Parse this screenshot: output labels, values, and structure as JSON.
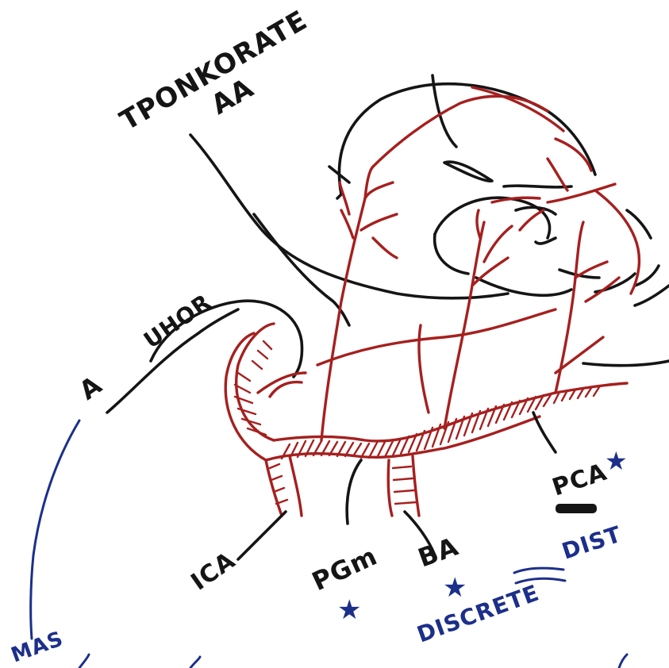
{
  "labels": {
    "trunk_line1": "TPONKORATE",
    "trunk_line2": "AA",
    "a_uhor_a": "A",
    "a_uhor_uhor": "UHOR",
    "ica": "ICA",
    "pgm": "PGm",
    "ba": "BA",
    "pca": "PCA",
    "discrete": "DISCRETE",
    "dist": "DIST",
    "mas": "MAS"
  },
  "markers": {
    "star_symbol": "★"
  },
  "colors": {
    "ink_black": "#151515",
    "vessel_red": "#a5201f",
    "marker_blue": "#1c2f8a",
    "paper": "#ffffff"
  }
}
